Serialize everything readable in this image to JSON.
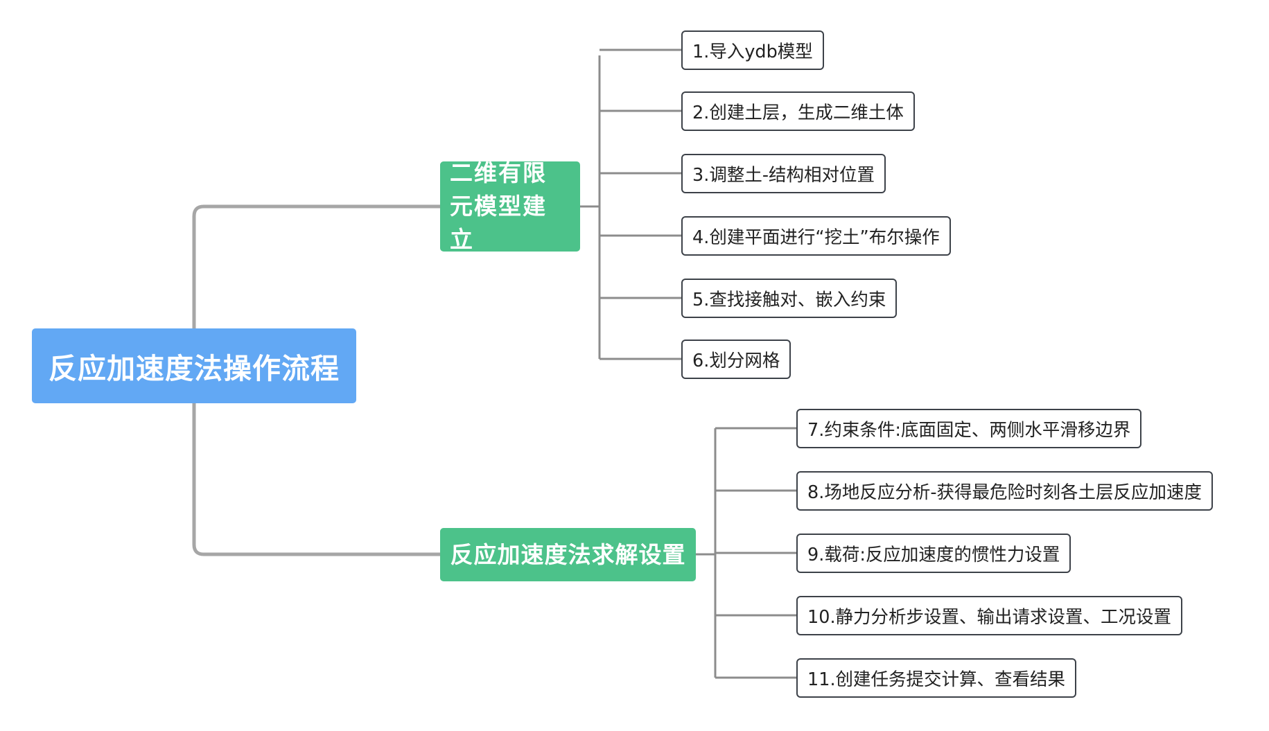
{
  "root": {
    "label": "反应加速度法操作流程"
  },
  "branches": [
    {
      "label": "二维有限元模型建立",
      "children": [
        "1.导入ydb模型",
        "2.创建土层，生成二维土体",
        "3.调整土-结构相对位置",
        "4.创建平面进行“挖土”布尔操作",
        "5.查找接触对、嵌入约束",
        "6.划分网格"
      ]
    },
    {
      "label": "反应加速度法求解设置",
      "children": [
        "7.约束条件:底面固定、两侧水平滑移边界",
        "8.场地反应分析-获得最危险时刻各土层反应加速度",
        "9.载荷:反应加速度的惯性力设置",
        "10.静力分析步设置、输出请求设置、工况设置",
        "11.创建任务提交计算、查看结果"
      ]
    }
  ],
  "colors": {
    "root_fill": "#62a8f4",
    "branch_fill": "#4cc28a",
    "leaf_border": "#3c4148",
    "root_connector": "#a6a6a6",
    "leaf_connector": "#8c8c8c"
  }
}
